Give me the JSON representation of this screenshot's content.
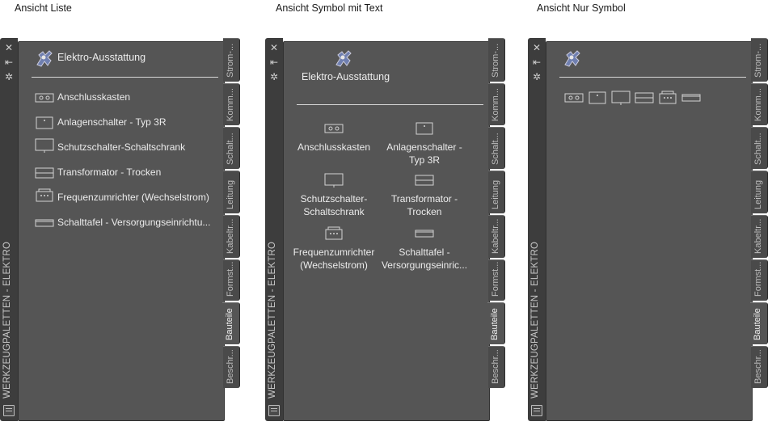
{
  "captions": [
    "Ansicht Liste",
    "Ansicht Symbol mit Text",
    "Ansicht Nur Symbol"
  ],
  "palette": {
    "title": "WERKZEUGPALETTEN - ELEKTRO",
    "group_header": "Elektro-Ausstattung",
    "tabs": [
      "Strom-...",
      "Komm...",
      "Schalt...",
      "Leitung",
      "Kabeltr...",
      "Formst...",
      "Bauteile",
      "Beschr..."
    ],
    "active_tab": "Bauteile",
    "items": [
      {
        "label": "Anschlusskasten",
        "icon": "junction-box-icon"
      },
      {
        "label": "Anlagenschalter - Typ 3R",
        "icon": "disconnect-switch-icon"
      },
      {
        "label": "Schutzschalter-Schaltschrank",
        "icon": "switchboard-icon"
      },
      {
        "label": "Transformator - Trocken",
        "icon": "transformer-icon"
      },
      {
        "label": "Frequenzumrichter (Wechselstrom)",
        "icon": "vfd-icon"
      },
      {
        "label": "Schalttafel - Versorgungseinrichtu...",
        "icon": "panelboard-icon"
      }
    ],
    "grid_items": [
      {
        "label": "Anschlusskasten"
      },
      {
        "label": "Anlagenschalter - Typ 3R"
      },
      {
        "label": "Schutzschalter-Schaltschrank"
      },
      {
        "label": "Transformator - Trocken"
      },
      {
        "label": "Frequenzumrichter (Wechselstrom)"
      },
      {
        "label": "Schalttafel - Versorgungseinric..."
      }
    ]
  },
  "colors": {
    "panel_bg": "#555555",
    "titlebar_bg": "#3d3d3d",
    "text": "#ececec"
  }
}
